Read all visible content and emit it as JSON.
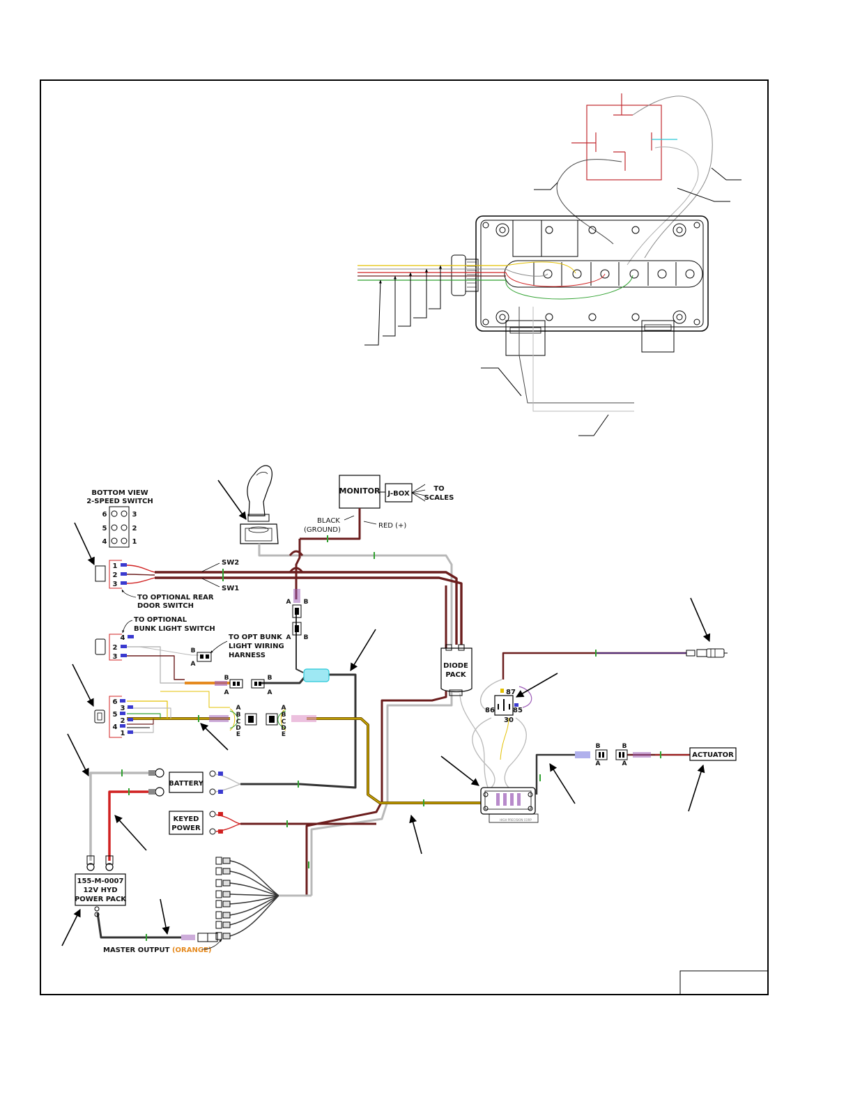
{
  "colors": {
    "frame": "#000000",
    "brown_wire": "#6b1d1d",
    "red_wire": "#d02020",
    "gray_wire": "#b8b8b8",
    "dark_wire": "#333333",
    "yellow_wire": "#e3c000",
    "green_wire": "#2fa12f",
    "olive_wire": "#7a5a00",
    "accent_orange": "#e58a1f",
    "relay_red": "#c0282d",
    "cyan_wire": "#28c8d8",
    "connector_blue": "#3a3ad0",
    "connector_purple": "#9b59b6"
  },
  "labels": {
    "bottom_view": "BOTTOM VIEW",
    "two_speed_switch": "2-SPEED SWITCH",
    "monitor": "MONITOR",
    "jbox": "J-BOX",
    "to": "TO",
    "scales": "SCALES",
    "black": "BLACK",
    "ground": "(GROUND)",
    "red_plus": "RED (+)",
    "sw2": "SW2",
    "sw1": "SW1",
    "to_optional_rear": "TO OPTIONAL REAR",
    "door_switch": "DOOR SWITCH",
    "to_optional": "TO OPTIONAL",
    "bunk_light_switch": "BUNK LIGHT SWITCH",
    "to_opt_bunk": "TO OPT BUNK",
    "light_wiring": "LIGHT WIRING",
    "harness": "HARNESS",
    "diode": "DIODE",
    "pack": "PACK",
    "battery": "BATTERY",
    "keyed": "KEYED",
    "power": "POWER",
    "actuator": "ACTUATOR",
    "power_pack_line1": "155-M-0007",
    "power_pack_line2": "12V HYD",
    "power_pack_line3": "POWER PACK",
    "master_output": "MASTER OUTPUT",
    "orange": "(ORANGE)",
    "relay_87": "87",
    "relay_86": "86",
    "relay_85": "85",
    "relay_30": "30",
    "conn_a": "A",
    "conn_b": "B",
    "conn_c": "C",
    "conn_d": "D",
    "conn_e": "E",
    "pin_1": "1",
    "pin_2": "2",
    "pin_3": "3",
    "pin_4": "4",
    "pin_5": "5",
    "pin_6": "6",
    "fuse_block_text": "HIGH PRECISION CORP"
  }
}
